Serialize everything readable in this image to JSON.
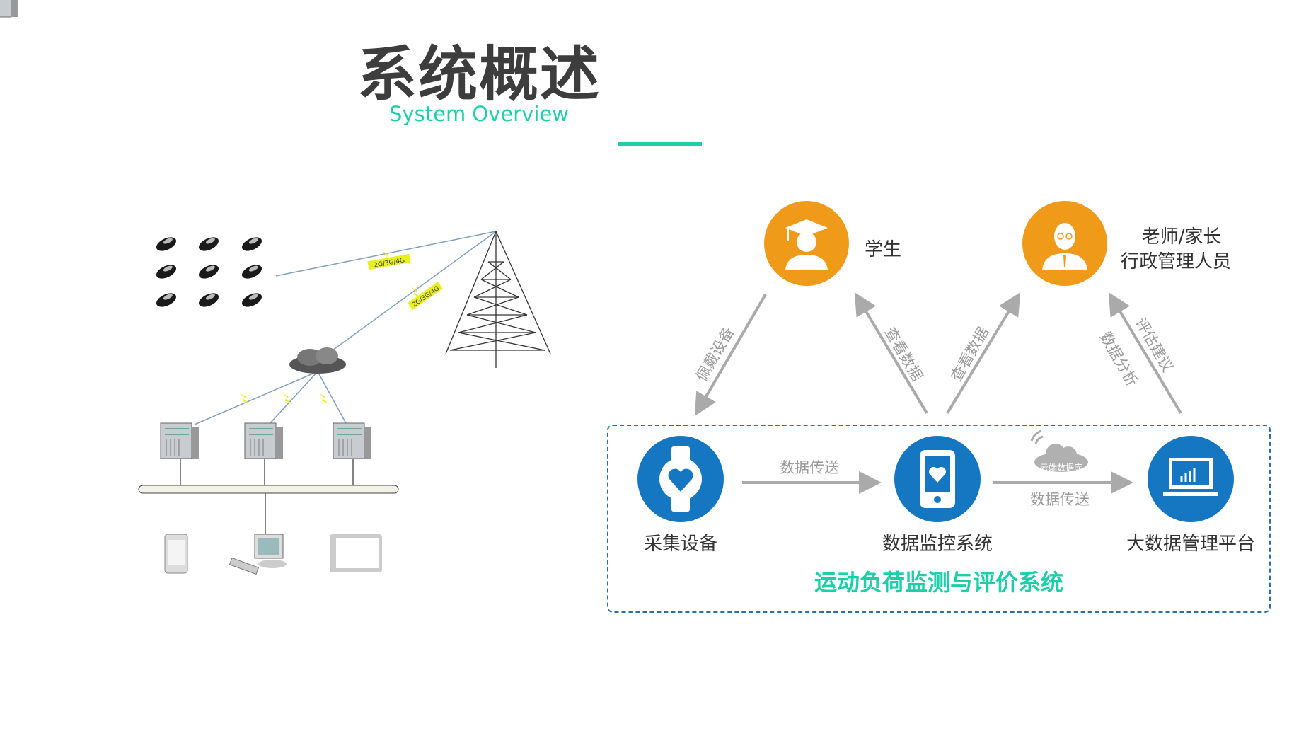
{
  "header": {
    "title": "系统概述",
    "subtitle": "System Overview",
    "accent_color": "#1dcfa8"
  },
  "network_diagram": {
    "link_labels": [
      "2G/3G/4G",
      "2G/3G/4G"
    ],
    "icons": [
      "wearable-device-icon",
      "cell-tower-icon",
      "cloud-icon",
      "server-icon",
      "phone-icon",
      "desktop-computer-icon",
      "tablet-icon"
    ]
  },
  "flow_diagram": {
    "roles": [
      {
        "label": "学生",
        "icon": "student-graduate-icon",
        "color": "#f09a1a"
      },
      {
        "label_line1": "老师/家长",
        "label_line2": "行政管理人员",
        "icon": "teacher-icon",
        "color": "#f09a1a"
      }
    ],
    "nodes": [
      {
        "label": "采集设备",
        "icon": "smartwatch-heart-icon",
        "color": "#1577c2"
      },
      {
        "label": "数据监控系统",
        "icon": "phone-heart-icon",
        "color": "#1577c2"
      },
      {
        "label": "大数据管理平台",
        "icon": "laptop-chart-icon",
        "color": "#1577c2"
      }
    ],
    "edges": {
      "wear": "佩戴设备",
      "view1": "查看数据",
      "view2": "查看数据",
      "analysis": "数据分析",
      "advice": "评估建议",
      "transfer1": "数据传送",
      "transfer2": "数据传送",
      "cloud": "云端数据库"
    },
    "system_name": "运动负荷监测与评价系统"
  }
}
